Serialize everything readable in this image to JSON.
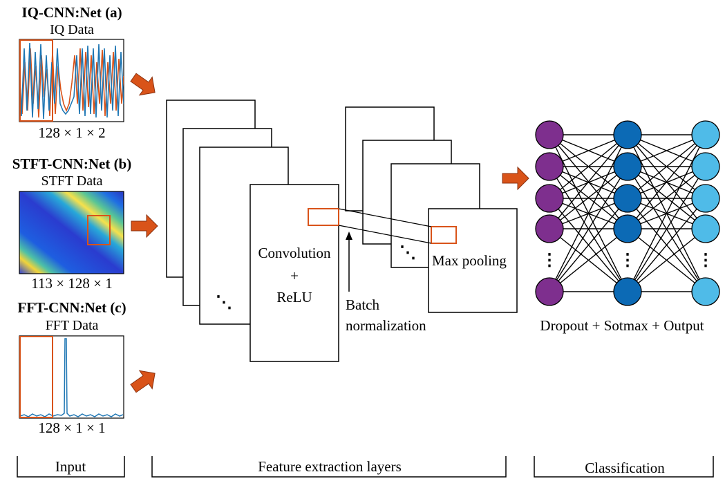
{
  "colors": {
    "accent": "#d95319",
    "signal": "#1f77b4",
    "input_layer": "#7e2f8e",
    "hidden_layer": "#0c6ab5",
    "output_layer": "#4fbbe8"
  },
  "inputs": {
    "iq": {
      "title": "IQ-CNN:Net (a)",
      "data_label": "IQ Data",
      "dims": "128 × 1 × 2"
    },
    "stft": {
      "title": "STFT-CNN:Net (b)",
      "data_label": "STFT Data",
      "dims": "113 × 128 × 1"
    },
    "fft": {
      "title": "FFT-CNN:Net (c)",
      "data_label": "FFT Data",
      "dims": "128 × 1 × 1"
    }
  },
  "feature": {
    "conv_label": "Convolution",
    "conv_plus": "+",
    "conv_relu": "ReLU",
    "batch_label_1": "Batch",
    "batch_label_2": "normalization",
    "pool_label": "Max pooling",
    "ellipsis": "⋰",
    "ellipsis_2": "⋱"
  },
  "classification": {
    "label": "Dropout + Sotmax + Output",
    "ellipsis": "⋮"
  },
  "sections": {
    "input": "Input",
    "feature": "Feature extraction layers",
    "classification": "Classification"
  }
}
